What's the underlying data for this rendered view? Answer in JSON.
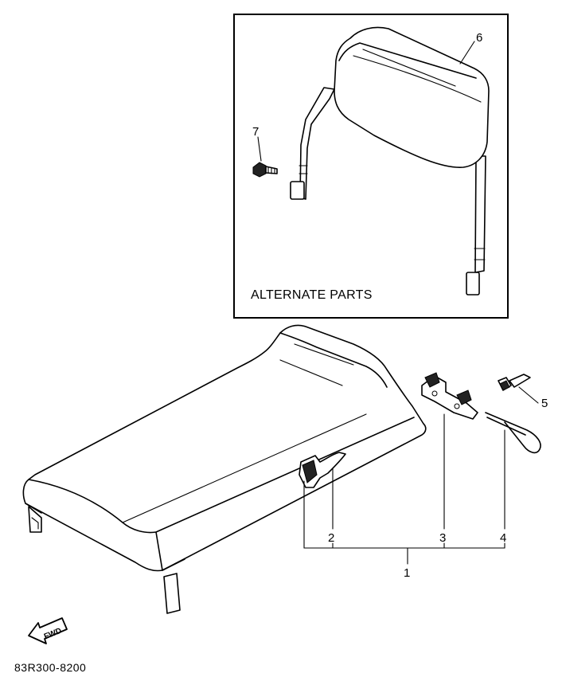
{
  "inset": {
    "caption": "ALTERNATE PARTS"
  },
  "callouts": {
    "p1": "1",
    "p2": "2",
    "p3": "3",
    "p4": "4",
    "p5": "5",
    "p6": "6",
    "p7": "7"
  },
  "front_arrow": "FWD",
  "drawing_code": "83R300-8200"
}
